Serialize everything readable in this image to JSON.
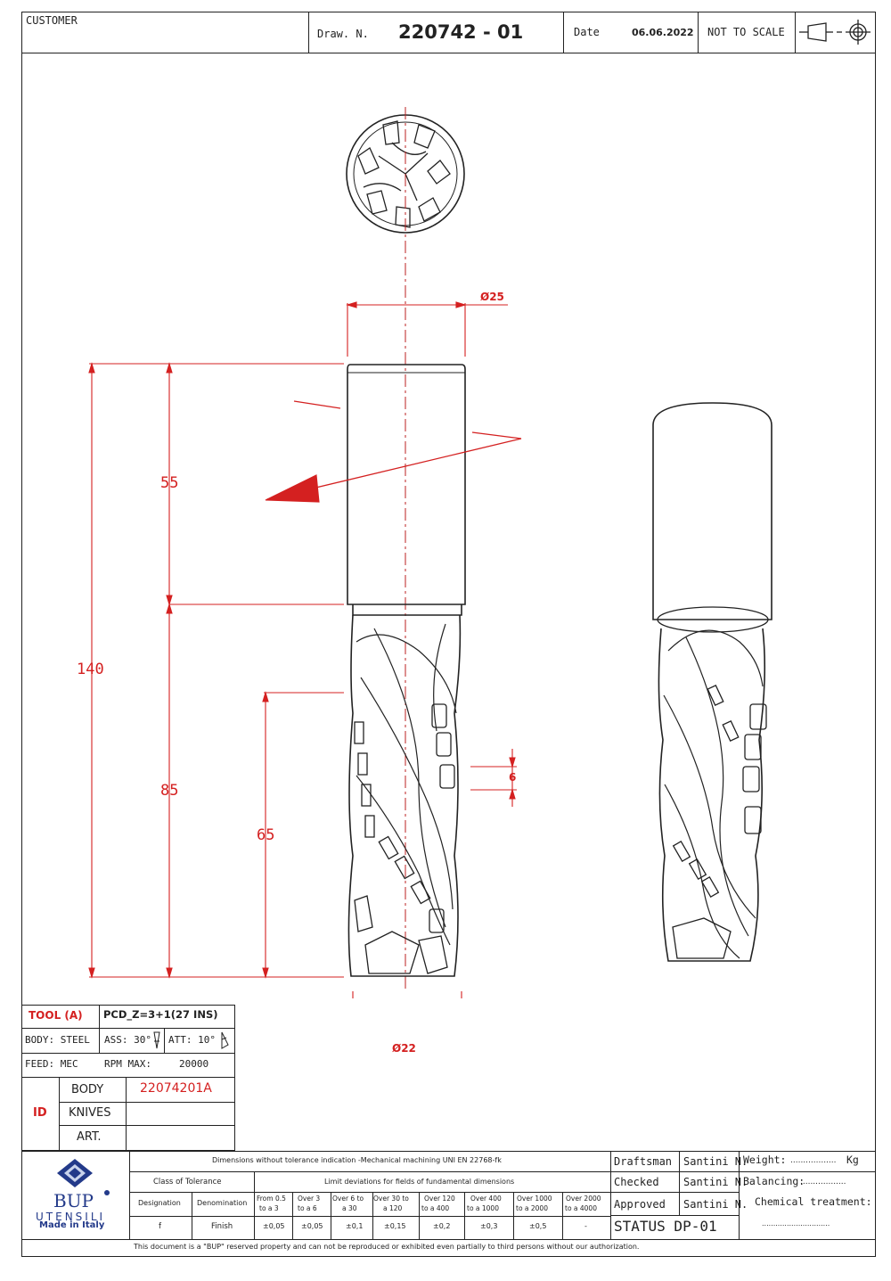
{
  "header": {
    "customer_label": "CUSTOMER",
    "draw_label": "Draw. N.",
    "draw_number": "220742 - 01",
    "date_label": "Date",
    "date_value": "06.06.2022",
    "scale_note": "NOT TO SCALE"
  },
  "dimensions": {
    "shank_diameter": "Ø25",
    "cut_diameter": "Ø22",
    "shank_length": "55",
    "total_length": "140",
    "body_length": "85",
    "cutting_length": "65",
    "pitch": "6"
  },
  "tool_table": {
    "tool_label": "TOOL (A)",
    "tool_value": "PCD_Z=3+1(27 INS)",
    "body_material": "BODY: STEEL",
    "ass": "ASS: 30°",
    "att": "ATT: 10°",
    "feed": "FEED:  MEC",
    "rpm_label": "RPM MAX:",
    "rpm_value": "20000",
    "id_label": "ID",
    "rows": [
      {
        "label": "BODY",
        "value": "22074201A"
      },
      {
        "label": "KNIVES",
        "value": ""
      },
      {
        "label": "ART.",
        "value": ""
      }
    ]
  },
  "logo": {
    "brand": "BUP",
    "sub": "UTENSILI",
    "made": "Made in Italy"
  },
  "tolerance": {
    "title": "Dimensions without tolerance indication -Mechanical machining UNI EN 22768-fk",
    "class_label": "Class of Tolerance",
    "limit_label": "Limit deviations for fields of fundamental dimensions",
    "designation_label": "Designation",
    "denomination_label": "Denomination",
    "ranges": [
      {
        "top": "From 0.5",
        "bot": "to a 3"
      },
      {
        "top": "Over 3",
        "bot": "to a 6"
      },
      {
        "top": "Over 6 to",
        "bot": "a 30"
      },
      {
        "top": "Over 30 to",
        "bot": "a 120"
      },
      {
        "top": "Over 120",
        "bot": "to a 400"
      },
      {
        "top": "Over 400",
        "bot": "to a 1000"
      },
      {
        "top": "Over 1000",
        "bot": "to a 2000"
      },
      {
        "top": "Over 2000",
        "bot": "to a 4000"
      }
    ],
    "designation": "f",
    "denomination": "Finish",
    "values": [
      "±0,05",
      "±0,05",
      "±0,1",
      "±0,15",
      "±0,2",
      "±0,3",
      "±0,5",
      "-"
    ]
  },
  "approvals": {
    "draftsman_label": "Draftsman",
    "draftsman": "Santini N.",
    "checked_label": "Checked",
    "checked": "Santini N.",
    "approved_label": "Approved",
    "approved": "Santini N.",
    "status": "STATUS  DP-01"
  },
  "side_info": {
    "weight_label": "Weight:",
    "weight_dots": "..................",
    "weight_unit": "Kg",
    "balancing_label": "Balancing:",
    "balancing_dots": "..................",
    "chemical_label": "Chemical treatment:",
    "chemical_dots": ".............................."
  },
  "footer": "This document is a \"BUP\" reserved property and can not be reproduced or exhibited even partially to third persons without our authorization."
}
